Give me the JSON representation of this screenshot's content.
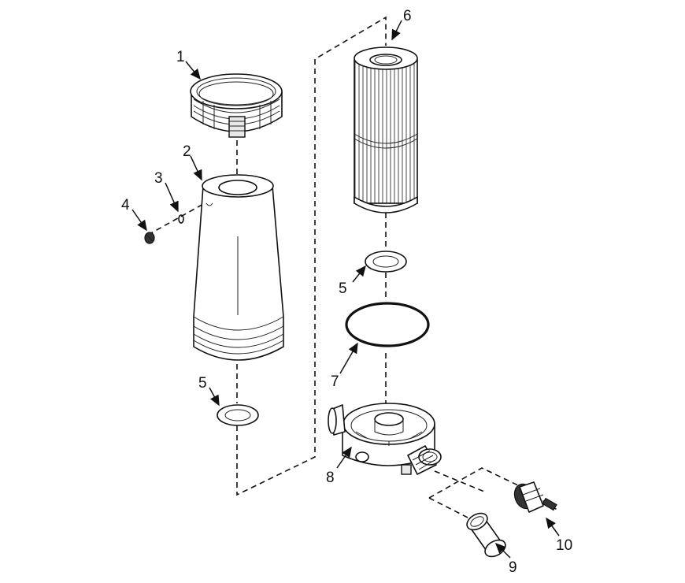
{
  "callouts": {
    "c1": "1",
    "c2": "2",
    "c3": "3",
    "c4": "4",
    "c5a": "5",
    "c5b": "5",
    "c6": "6",
    "c7": "7",
    "c8": "8",
    "c9": "9",
    "c10": "10"
  },
  "colors": {
    "line": "#111111",
    "background": "#ffffff"
  }
}
